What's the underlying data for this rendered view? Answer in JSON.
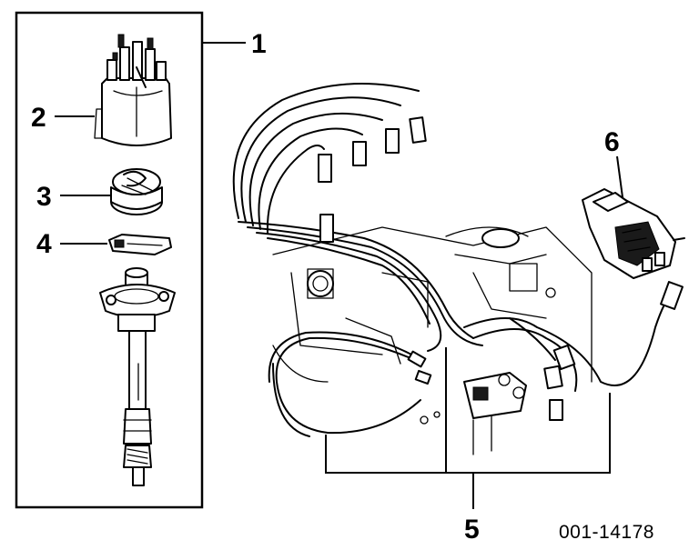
{
  "callouts": {
    "c1": "1",
    "c2": "2",
    "c3": "3",
    "c4": "4",
    "c5": "5",
    "c6": "6"
  },
  "part_number": "001-14178",
  "icons": [
    "distributor-cap-icon",
    "rotor-icon",
    "ignition-module-icon",
    "distributor-shaft-icon",
    "spark-plug-wire-harness-icon",
    "ignition-coil-icon"
  ]
}
